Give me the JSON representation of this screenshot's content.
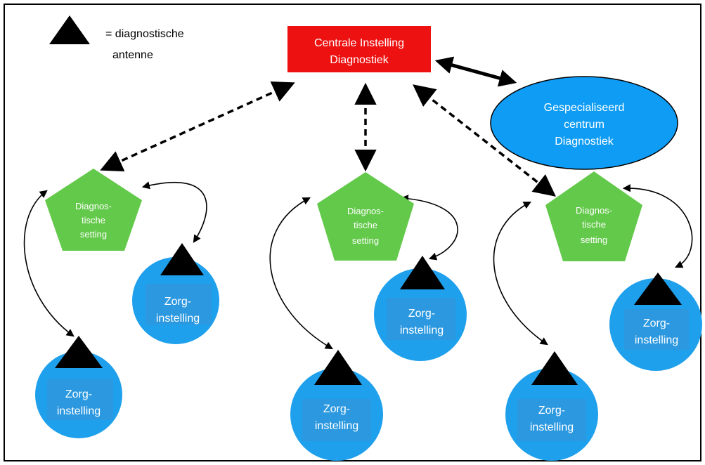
{
  "legend": {
    "label_line1": "= diagnostische",
    "label_line2": "antenne"
  },
  "central": {
    "line1": "Centrale Instelling",
    "line2": "Diagnostiek",
    "color": "#ee1111"
  },
  "specialized": {
    "line1": "Gespecialiseerd",
    "line2": "centrum",
    "line3": "Diagnostiek",
    "color": "#0f9cf5"
  },
  "settings": [
    {
      "line1": "Diagnos-",
      "line2": "tische",
      "line3": "setting"
    },
    {
      "line1": "Diagnos-",
      "line2": "tische",
      "line3": "setting"
    },
    {
      "line1": "Diagnos-",
      "line2": "tische",
      "line3": "setting"
    }
  ],
  "setting_color": "#63c94a",
  "care": [
    {
      "line1": "Zorg-",
      "line2": "instelling"
    },
    {
      "line1": "Zorg-",
      "line2": "instelling"
    },
    {
      "line1": "Zorg-",
      "line2": "instelling"
    },
    {
      "line1": "Zorg-",
      "line2": "instelling"
    },
    {
      "line1": "Zorg-",
      "line2": "instelling"
    },
    {
      "line1": "Zorg-",
      "line2": "instelling"
    }
  ],
  "care_color": "#1fa0ec",
  "icons": {
    "antenna": "triangle-icon"
  }
}
